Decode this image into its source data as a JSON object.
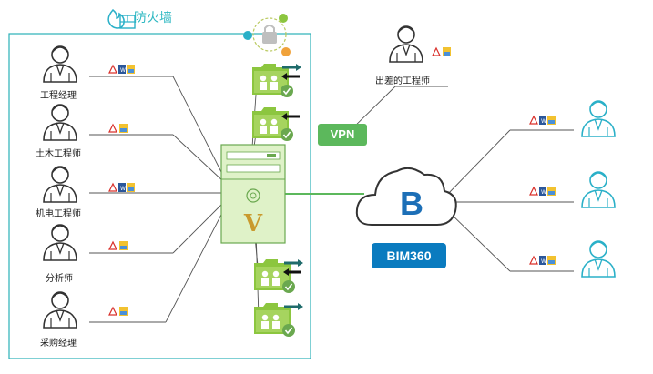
{
  "firewall": {
    "title": "防火墙",
    "icon": "firewall-icon"
  },
  "internal_users": [
    {
      "label": "工程经理",
      "icon": "person-headset-icon"
    },
    {
      "label": "土木工程师",
      "icon": "person-icon"
    },
    {
      "label": "机电工程师",
      "icon": "person-headset-icon"
    },
    {
      "label": "分析师",
      "icon": "person-headset-icon"
    },
    {
      "label": "采购经理",
      "icon": "person-headset-icon"
    }
  ],
  "remote_user": {
    "label": "出差的工程师",
    "icon": "person-icon"
  },
  "vpn": {
    "label": "VPN"
  },
  "cloud": {
    "label": "BIM360",
    "logo_letter": "B"
  },
  "server": {
    "logo_letter": "V"
  },
  "external_users": [
    {
      "icon": "person-headset-icon"
    },
    {
      "icon": "person-headset-icon"
    },
    {
      "icon": "person-headset-icon"
    }
  ],
  "colors": {
    "firewall_border": "#2ab0b8",
    "firewall_text": "#2eb8c2",
    "vpn_bg": "#5cb85c",
    "bim_bg": "#0a7bbf",
    "folder": "#8cc63f",
    "server_body": "#dff2c8",
    "server_border": "#6aa84f",
    "cloud_logo": "#1c6fb7",
    "external_person": "#2ab0c8",
    "internal_person": "#333333"
  }
}
